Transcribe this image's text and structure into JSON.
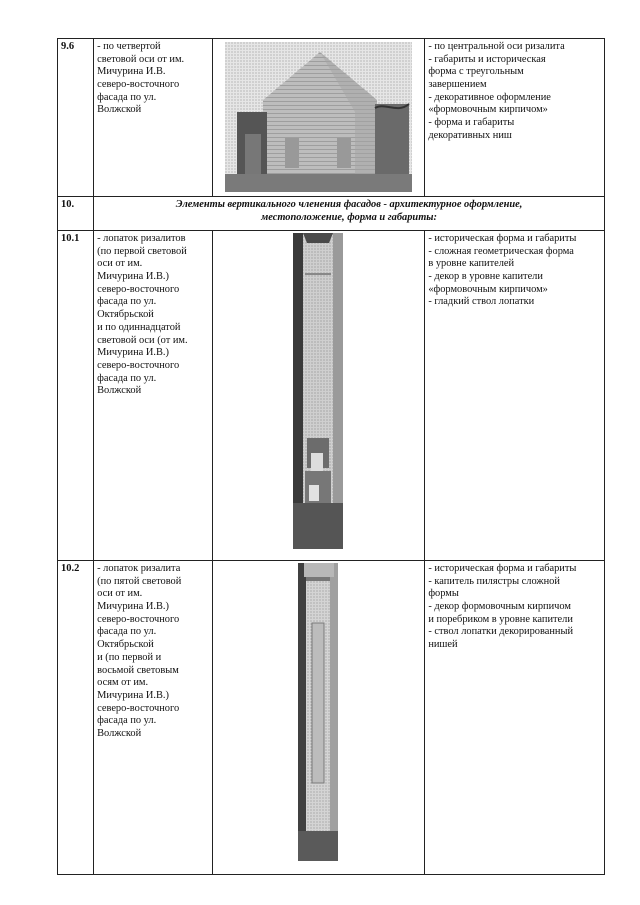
{
  "rows": [
    {
      "number": "9.6",
      "description": [
        "- по четвертой",
        "световой оси от им.",
        "Мичурина И.В.",
        "северо-восточного",
        "фасада по ул.",
        "Волжской"
      ],
      "subject": [
        "- по центральной оси ризалита",
        "- габариты и историческая",
        "форма с треугольным",
        "завершением",
        "- декоративное оформление",
        "«формовочным кирпичом»",
        "- форма и габариты",
        "декоративных ниш"
      ],
      "photo_icon": "photo-gable-pediment"
    },
    {
      "number": "10.1",
      "description": [
        "- лопаток ризалитов",
        "(по первой световой",
        "оси от им.",
        "Мичурина И.В.)",
        "северо-восточного",
        "фасада по ул.",
        "Октябрьской",
        "и по одиннадцатой",
        "световой оси (от им.",
        "Мичурина И.В.)",
        "северо-восточного",
        "фасада по ул.",
        "Волжской"
      ],
      "subject": [
        "- историческая форма и габариты",
        "- сложная геометрическая форма",
        "в уровне капителей",
        "- декор в уровне капители",
        "«формовочным кирпичом»",
        "- гладкий ствол лопатки"
      ],
      "photo_icon": "photo-pilaster-plain"
    },
    {
      "number": "10.2",
      "description": [
        "- лопаток ризалита",
        "(по пятой световой",
        "оси от им.",
        "Мичурина И.В.)",
        "северо-восточного",
        "фасада по ул.",
        "Октябрьской",
        "и (по первой и",
        "восьмой световым",
        "осям от им.",
        "Мичурина И.В.)",
        "северо-восточного",
        "фасада по ул.",
        "Волжской"
      ],
      "subject": [
        "- историческая форма и габариты",
        "- капитель пилястры сложной",
        "формы",
        "- декор формовочным кирпичом",
        "и поребриком в уровне капители",
        "- ствол лопатки декорированный",
        "нишей"
      ],
      "photo_icon": "photo-pilaster-niche"
    }
  ],
  "section_10": {
    "number": "10.",
    "heading_line1": "Элементы вертикального членения фасадов - архитектурное оформление,",
    "heading_line2": "местоположение, форма и габариты:"
  }
}
